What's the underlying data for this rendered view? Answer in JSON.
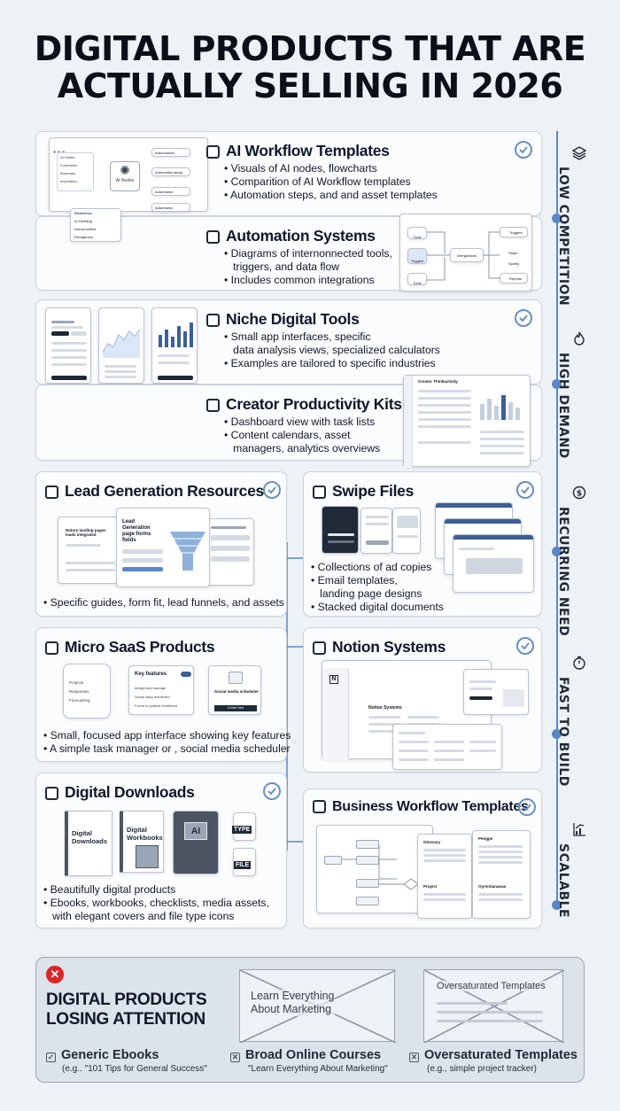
{
  "title_line1": "DIGITAL PRODUCTS THAT ARE",
  "title_line2": "ACTUALLY SELLING IN 2026",
  "cards": {
    "ai": {
      "title": "AI Workflow Templates",
      "bullets": [
        "Visuals of AI nodes, flowcharts",
        "Comparition of AI Workflow templates",
        "Automation steps, and and asset templates"
      ],
      "checked": true
    },
    "auto": {
      "title": "Automation Systems",
      "bullets": [
        "Diagrams of internonnected tools,",
        "triggers, and data flow",
        "Includes common integrations"
      ],
      "checked": false
    },
    "niche": {
      "title": "Niche Digital Tools",
      "bullets": [
        "Small app interfaces, specific",
        "data analysis views, specialized calculators",
        "Examples are tailored to specific industries"
      ],
      "checked": true
    },
    "creator": {
      "title": "Creator Productivity Kits",
      "bullets": [
        "Dashboard view with task lists",
        "Content calendars, asset",
        "managers, analytics overviews"
      ],
      "checked": false
    },
    "lead": {
      "title": "Lead Generation Resources",
      "bullets": [
        "Specific guides, form fit, lead funnels, and assets"
      ],
      "checked": true
    },
    "swipe": {
      "title": "Swipe Files",
      "bullets": [
        "Collections of ad copies",
        "Email templates,",
        "landing page designs",
        "Stacked digital documents"
      ],
      "checked": true
    },
    "micro": {
      "title": "Micro SaaS Products",
      "bullets": [
        "Small, focused app interface showing key features",
        "A simple task manager or , social media scheduler"
      ],
      "checked": false
    },
    "notion": {
      "title": "Notion Systems",
      "bullets": [],
      "checked": true
    },
    "downloads": {
      "title": "Digital Downloads",
      "bullets": [
        "Beautifully digital products",
        "Ebooks, workbooks, checklists, media assets,",
        "with elegant covers and file type icons"
      ],
      "checked": true
    },
    "business": {
      "title": "Business Workflow Templates",
      "bullets": [],
      "checked": true
    }
  },
  "mock_text": {
    "ai_node": "AI Nodes",
    "ai_left": [
      "AI Hidder",
      "Formutider",
      "Boundary",
      "Impedittion"
    ],
    "ai_right": [
      "Automations",
      "Automation steup",
      "Automation",
      "Automation"
    ],
    "ai_box2": [
      "Blatantidon",
      "AI Hedding",
      "Assourcefiers",
      "Elexigerons"
    ],
    "auto_left": [
      "Tools",
      "Triggers",
      "Tools"
    ],
    "auto_mid": "Intergrations",
    "auto_right": [
      "Triggers",
      "Stripe",
      "Spotify",
      "Reports"
    ],
    "creator_title": "Creator Thinkactivity",
    "lead_head": "Lead Generation page forms fields",
    "lead_left": "Nature landing pages leads integrated",
    "micro_title": "Key features",
    "micro_list": [
      "Projects",
      "Responses",
      "Forecasting"
    ],
    "micro_feats": [
      "design and manage",
      "Social kaaa monitored",
      "Focus to publish monitored"
    ],
    "micro_sched": "Social media scheduler",
    "micro_btn": "Create New",
    "notion_head": "Notion Systems",
    "dl_cover1": "Digital Downloads",
    "dl_cover2": "Digital Workbooks",
    "dl_ai": "AI",
    "dl_type": "TYPE",
    "dl_file": "FILE",
    "biz_heads": [
      "Glossary",
      "Pengpe",
      "Project",
      "Oyrentiananan"
    ]
  },
  "side_labels": [
    "LOW COMPETITION",
    "HIGH DEMAND",
    "RECURRING NEED",
    "FAST TO BUILD",
    "SCALABLE"
  ],
  "side_icons": [
    "layers-icon",
    "flame-icon",
    "recurring-dollar-icon",
    "stopwatch-icon",
    "growth-chart-icon"
  ],
  "losing": {
    "title_line1": "DIGITAL PRODUCTS",
    "title_line2": "LOSING ATTENTION",
    "box1_text_line1": "Learn Everything",
    "box1_text_line2": "About Marketing",
    "box2_text": "Oversaturated Templates",
    "items": [
      {
        "label": "Generic Ebooks",
        "sub": "(e.g.. \"101 Tips for General Success\"",
        "mark": "check"
      },
      {
        "label": "Broad Online Courses",
        "sub": "\"Learn Everything About Marketing\"",
        "mark": "cross"
      },
      {
        "label": "Oversaturated Templates",
        "sub": "(e.g., simple project tracker)",
        "mark": "cross"
      }
    ]
  },
  "colors": {
    "accent": "#5b87c4",
    "danger": "#dc2626",
    "ink": "#0f172a",
    "background": "#eef2f7"
  }
}
